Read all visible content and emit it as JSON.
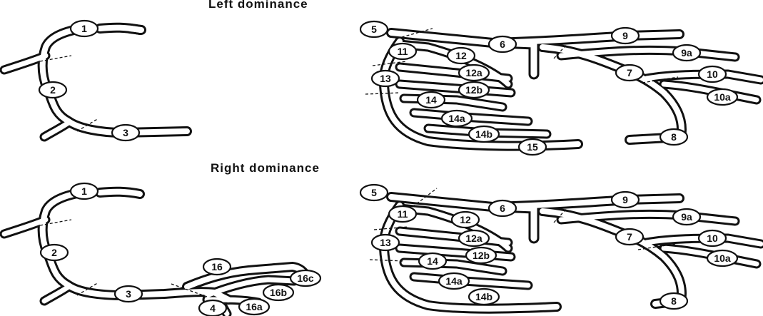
{
  "titles": {
    "left": "Left dominance",
    "right": "Right dominance"
  },
  "colors": {
    "ink": "#111111",
    "paper": "#ffffff"
  },
  "panels": {
    "left_rca": {
      "segments": [
        "1",
        "2",
        "3"
      ]
    },
    "left_lca": {
      "segments": [
        "5",
        "6",
        "9",
        "9a",
        "7",
        "10",
        "10a",
        "8",
        "11",
        "12",
        "12a",
        "12b",
        "13",
        "14",
        "14a",
        "14b",
        "15"
      ]
    },
    "right_rca": {
      "segments": [
        "1",
        "2",
        "3",
        "16",
        "16c",
        "16b",
        "4",
        "16a"
      ]
    },
    "right_lca": {
      "segments": [
        "5",
        "6",
        "9",
        "9a",
        "7",
        "10",
        "10a",
        "8",
        "11",
        "12",
        "12a",
        "12b",
        "13",
        "14",
        "14a",
        "14b"
      ]
    }
  }
}
